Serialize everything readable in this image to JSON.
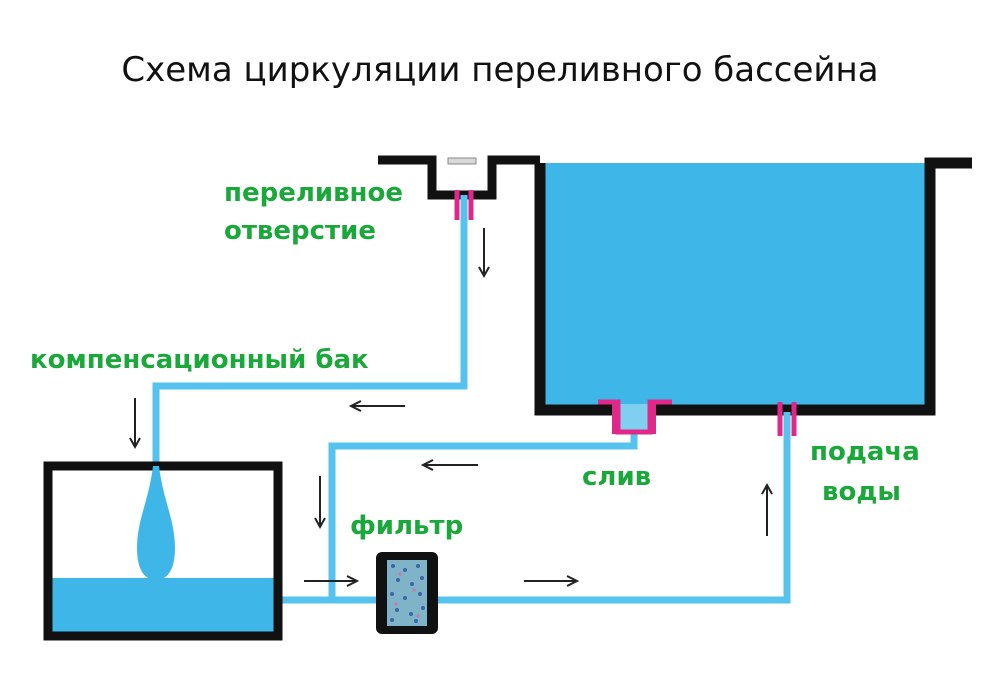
{
  "title": "Схема циркуляции переливного бассейна",
  "labels": {
    "overflow_line1": "переливное",
    "overflow_line2": "отверстие",
    "tank": "компенсационный бак",
    "drain": "слив",
    "filter": "фильтр",
    "supply_line1": "подача",
    "supply_line2": "воды"
  },
  "colors": {
    "water": "#3fb6e8",
    "pipe": "#55c3ee",
    "wall": "#111111",
    "fitting": "#e0288a",
    "label": "#1aa83a"
  }
}
